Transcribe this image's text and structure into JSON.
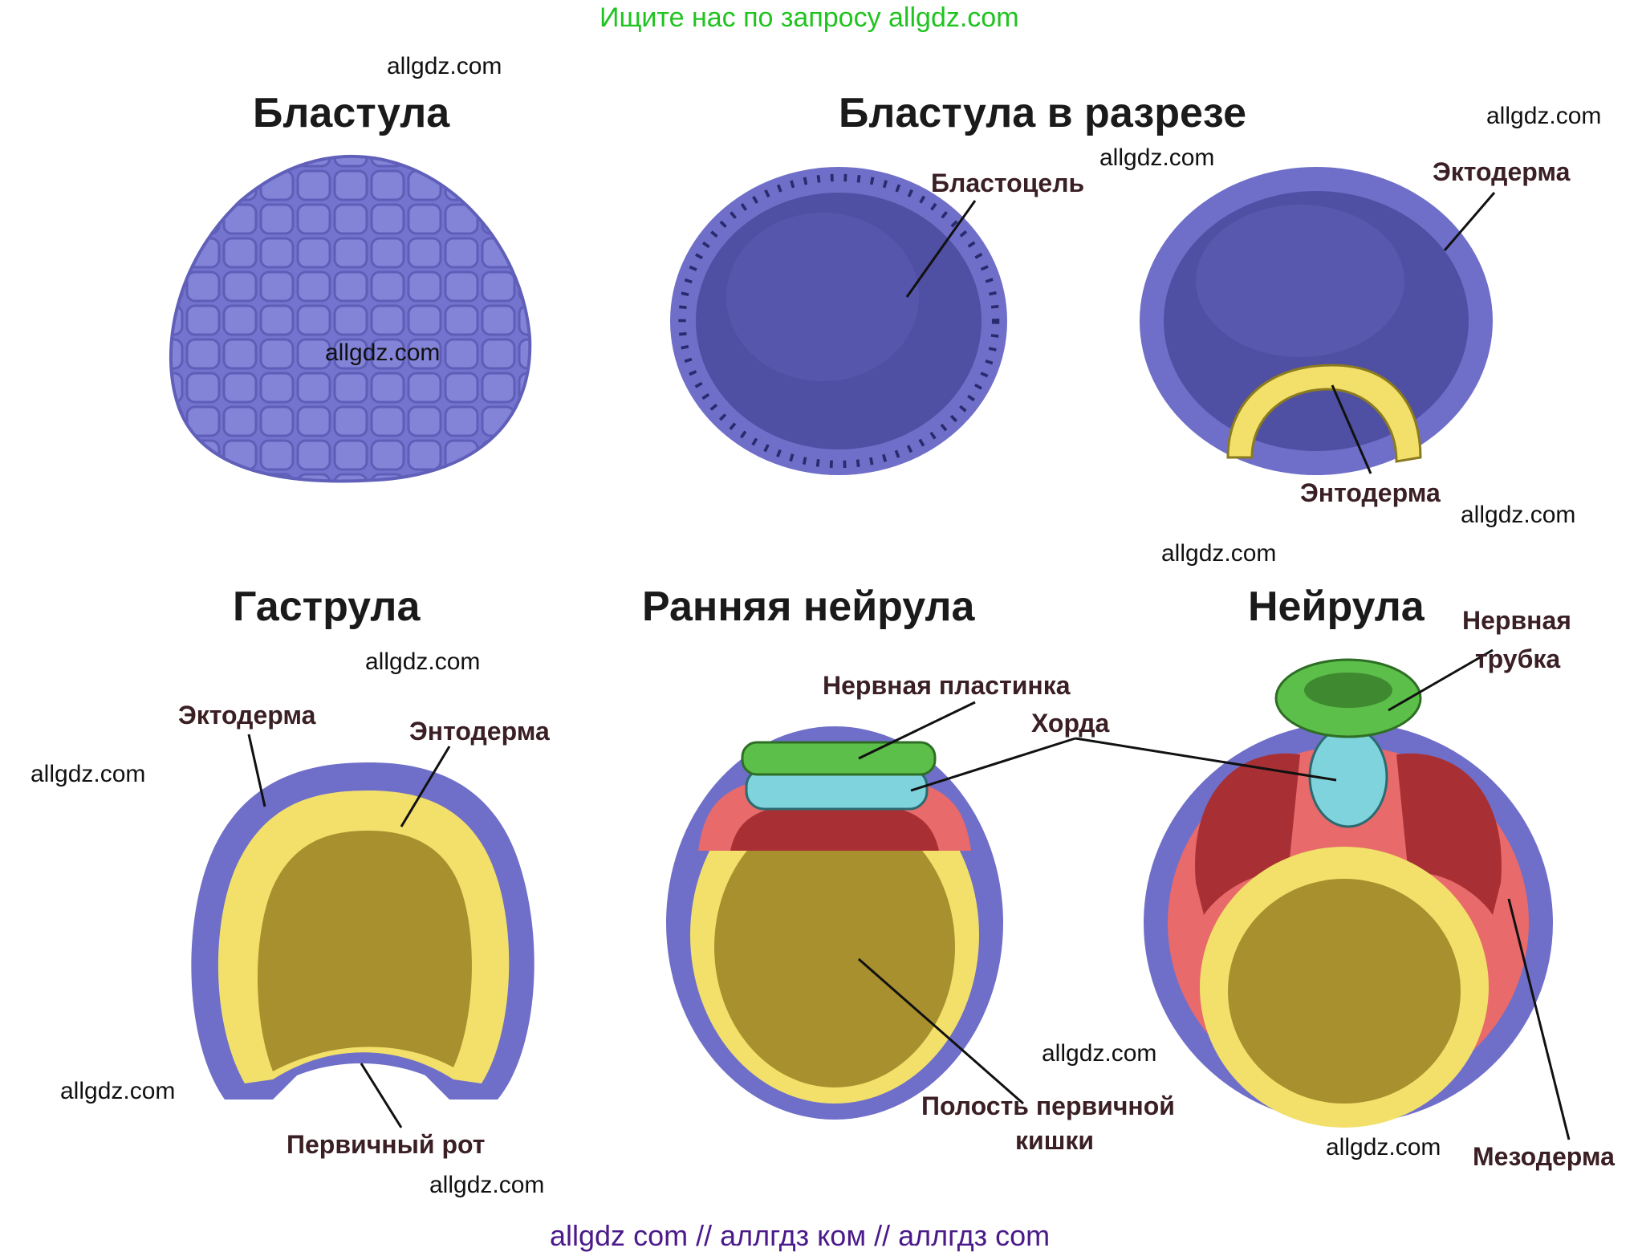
{
  "banner": "Ищите нас по запросу allgdz.com",
  "footer": "allgdz com  //  аллгдз ком  //  аллгдз com",
  "watermark": "allgdz.com",
  "titles": {
    "blastula": "Бластула",
    "blastula_section": "Бластула в разрезе",
    "gastrula": "Гаструла",
    "early_neurula": "Ранняя нейрула",
    "neurula": "Нейрула"
  },
  "labels": {
    "blastocoel": "Бластоцель",
    "ectoderm_top": "Эктодерма",
    "endoderm_top": "Энтодерма",
    "ectoderm_gastrula": "Эктодерма",
    "endoderm_gastrula": "Энтодерма",
    "primary_mouth": "Первичный рот",
    "neural_plate": "Нервная пластинка",
    "chorda": "Хорда",
    "gut_cavity_line1": "Полость первичной",
    "gut_cavity_line2": "кишки",
    "neural_tube_line1": "Нервная",
    "neural_tube_line2": "трубка",
    "mesoderm": "Мезодерма"
  },
  "colors": {
    "ectoderm": "#6f6fc9",
    "ectoderm_nucleus": "#2a2a6e",
    "blastocoel": "#4f4fa3",
    "endoderm": "#f2e06a",
    "gut": "#a8902e",
    "neural": "#5cbf4a",
    "chorda": "#7fd3dc",
    "mesoderm": "#e86a6a",
    "mesoderm_dark": "#a83034",
    "banner": "#1fc41f",
    "footer": "#4b1a8a"
  }
}
